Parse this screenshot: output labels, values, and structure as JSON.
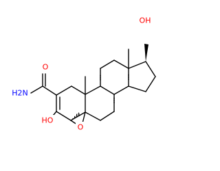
{
  "molecule": {
    "atom_labels": {
      "hydroxyl_top": "OH",
      "amine": "H2N",
      "carbonyl_oxygen": "O",
      "hydroxyl_bottom": "HO",
      "epoxide_oxygen": "O"
    },
    "colors": {
      "bond": "#000000",
      "oxygen": "#ff0000",
      "nitrogen": "#0000ff",
      "background": "#ffffff"
    }
  }
}
